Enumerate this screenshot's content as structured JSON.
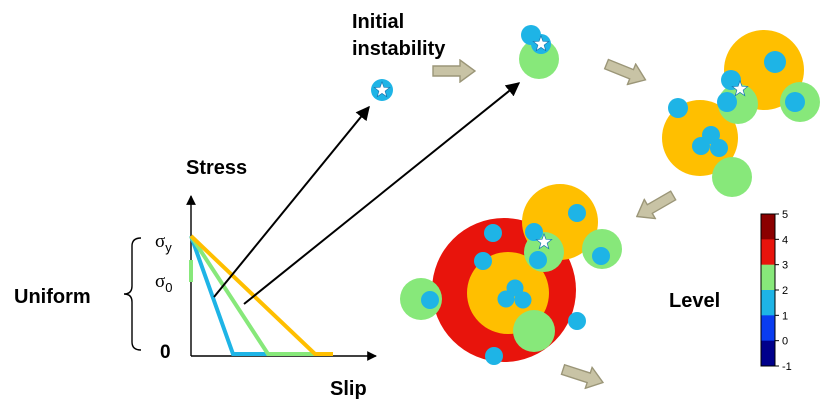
{
  "labels": {
    "initial_instability": [
      "Initial",
      "instability"
    ],
    "stress": "Stress",
    "slip": "Slip",
    "uniform": "Uniform",
    "sigma_y_symbol": "σ",
    "sigma_y_sub": "y",
    "sigma_0_symbol": "σ",
    "sigma_0_sub": "0",
    "zero": "0",
    "level": "Level"
  },
  "colorbar": {
    "ticks": [
      "5",
      "4",
      "3",
      "2",
      "1",
      "0",
      "-1"
    ],
    "colors": [
      "#8b0000",
      "#e8140c",
      "#ffbf00",
      "#87e87a",
      "#1eb4e6",
      "#0a3cf0",
      "#00008b"
    ]
  },
  "colors": {
    "level_5": "#8b0000",
    "level_4": "#e8140c",
    "level_3": "#ffbf00",
    "level_2": "#87e87a",
    "level_1": "#1eb4e6",
    "arrow_fill": "#c8c3a5",
    "arrow_stroke": "#9b9678",
    "law_blue": "#1eb4e6",
    "law_green": "#87e87a",
    "law_yellow": "#ffbf00"
  },
  "icons": [
    "star-icon",
    "right-arrow-icon",
    "down-left-arrow-icon",
    "down-right-arrow-icon"
  ]
}
